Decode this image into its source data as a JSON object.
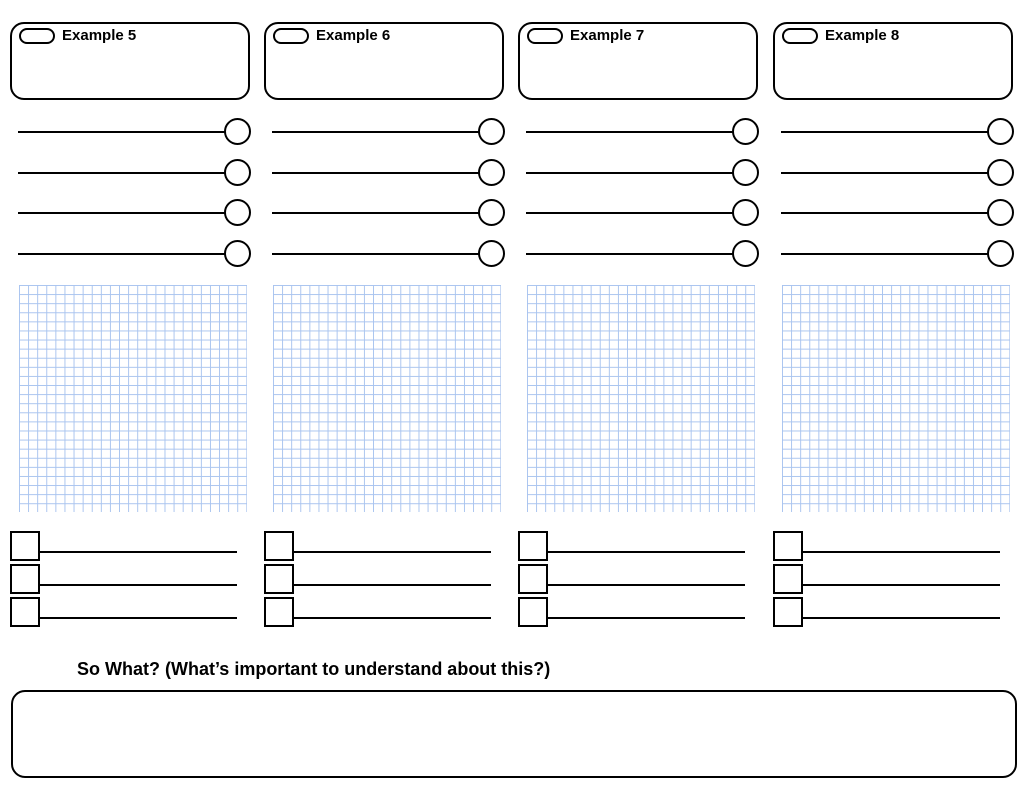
{
  "examples": [
    {
      "title": "Example 5"
    },
    {
      "title": "Example 6"
    },
    {
      "title": "Example 7"
    },
    {
      "title": "Example 8"
    }
  ],
  "so_what": {
    "prompt": "So What? (What’s important to understand about this?)"
  },
  "colors": {
    "ink": "#000000",
    "grid_line": "#a9c4ef"
  }
}
